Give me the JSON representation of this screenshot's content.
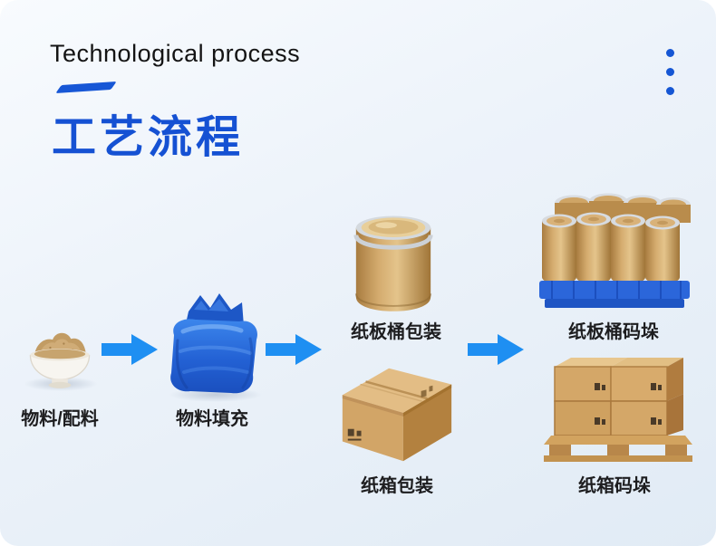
{
  "header": {
    "subtitle": "Technological process",
    "title": "工艺流程"
  },
  "flow": {
    "steps": [
      {
        "label": "物料/配料"
      },
      {
        "label": "物料填充"
      },
      {
        "label": "纸板桶包装"
      },
      {
        "label": "纸箱包装"
      },
      {
        "label": "纸板桶码垛"
      },
      {
        "label": "纸箱码垛"
      }
    ]
  },
  "colors": {
    "accent_blue": "#1551d3",
    "arrow_blue": "#1e8ff2",
    "background_light": "#f8fbfe",
    "background_dark": "#e1ebf5",
    "carton_tan": "#d4a768",
    "pallet_blue": "#2b66da"
  }
}
